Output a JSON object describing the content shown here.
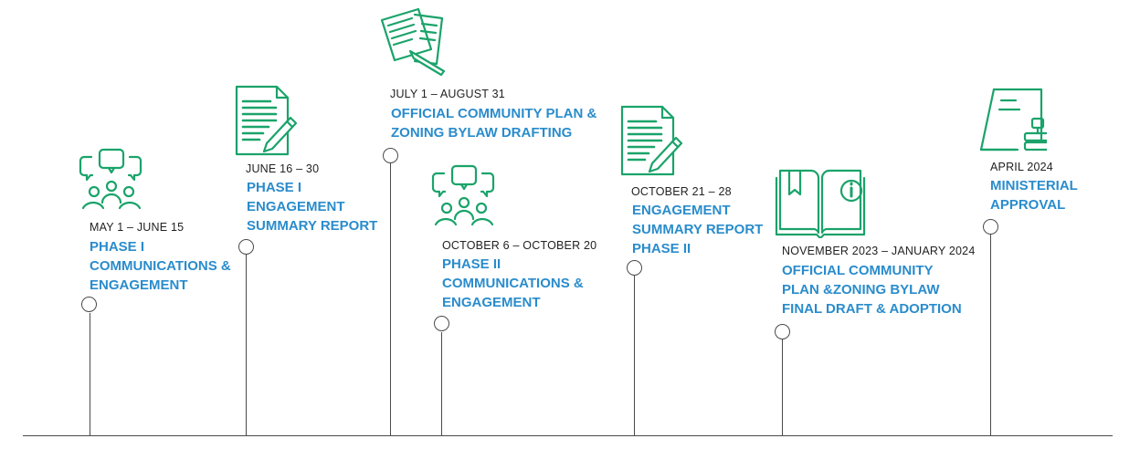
{
  "milestones": [
    {
      "date": "MAY 1 – JUNE 15",
      "title": [
        "PHASE I",
        "COMMUNICATIONS &",
        "ENGAGEMENT"
      ],
      "icon": "people-chat-icon"
    },
    {
      "date": "JUNE 16 – 30",
      "title": [
        "PHASE I",
        "ENGAGEMENT",
        "SUMMARY REPORT"
      ],
      "icon": "document-pen-icon"
    },
    {
      "date": "JULY 1 – AUGUST 31",
      "title": [
        "OFFICIAL COMMUNITY PLAN &",
        "ZONING BYLAW DRAFTING"
      ],
      "icon": "documents-pen-icon"
    },
    {
      "date": "OCTOBER 6 – OCTOBER 20",
      "title": [
        "PHASE II",
        "COMMUNICATIONS &",
        "ENGAGEMENT"
      ],
      "icon": "people-chat-icon"
    },
    {
      "date": "OCTOBER 21 – 28",
      "title": [
        "ENGAGEMENT",
        "SUMMARY REPORT",
        "PHASE II"
      ],
      "icon": "document-pen-icon"
    },
    {
      "date": "NOVEMBER 2023 – JANUARY 2024",
      "title": [
        "OFFICIAL COMMUNITY",
        "PLAN &ZONING BYLAW",
        "FINAL DRAFT & ADOPTION"
      ],
      "icon": "book-info-icon"
    },
    {
      "date": "APRIL 2024",
      "title": [
        "MINISTERIAL",
        "APPROVAL"
      ],
      "icon": "stamp-document-icon"
    }
  ],
  "colors": {
    "accent": "#2a8ccc",
    "icon": "#1aa36a",
    "line": "#4a4a4a"
  }
}
